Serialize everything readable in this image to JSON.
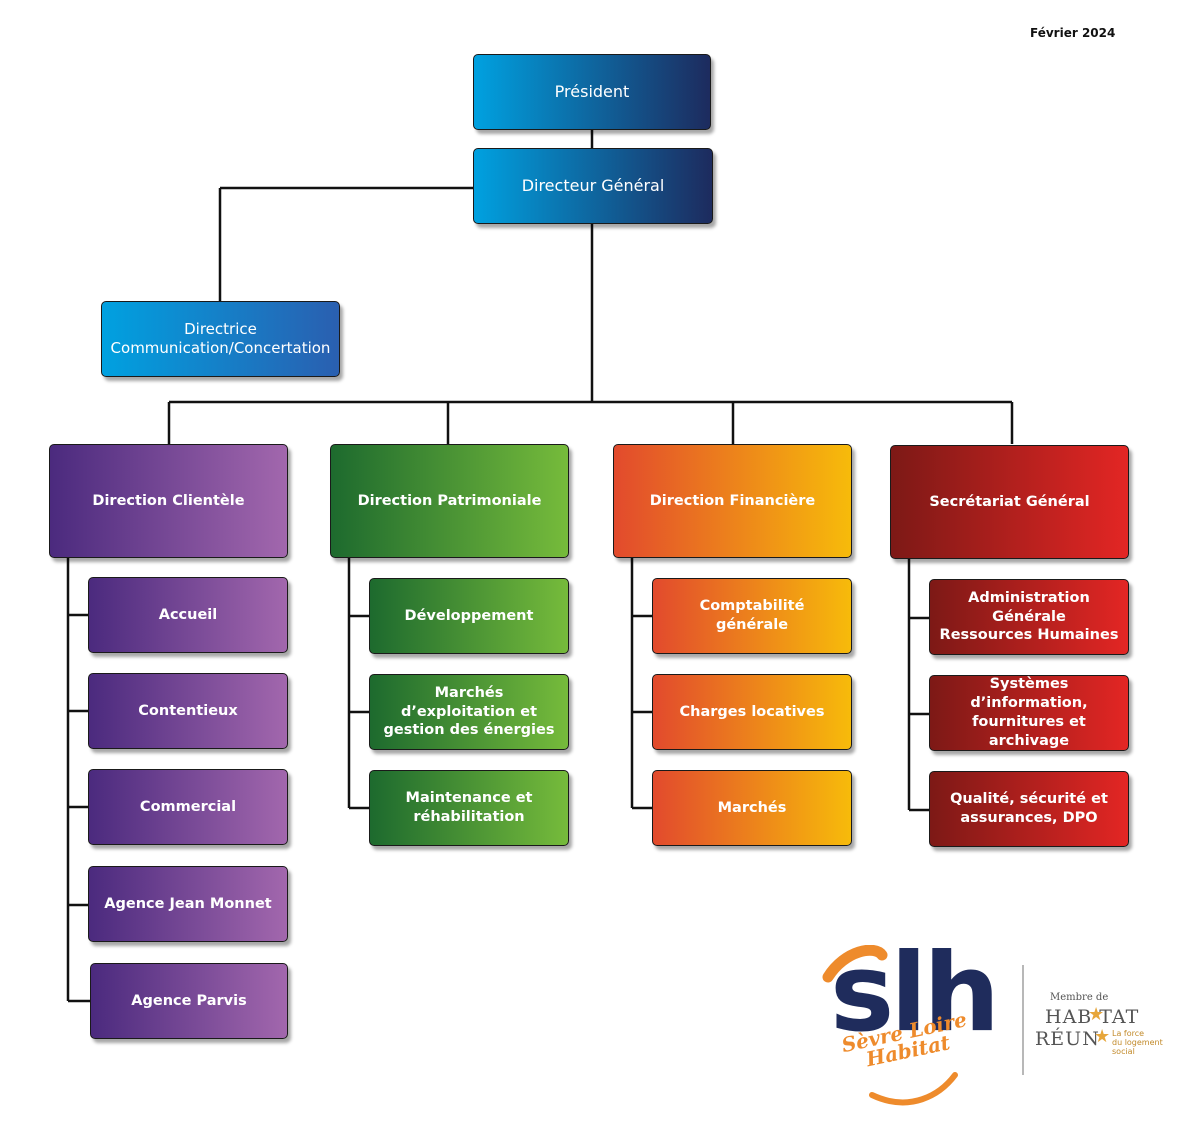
{
  "date": "Février 2024",
  "colors": {
    "blue": "#00a1e0",
    "navy": "#1d2b5e",
    "purple": "#7b4a99",
    "green": "#3f9434",
    "orange": "#f08a1c",
    "red": "#b11f1d"
  },
  "top": {
    "president": "Président",
    "director_general": "Directeur Général",
    "communication": "Directrice\nCommunication/Concertation"
  },
  "divisions": {
    "clientele": {
      "title": "Direction Clientèle",
      "items": [
        "Accueil",
        "Contentieux",
        "Commercial",
        "Agence Jean Monnet",
        "Agence Parvis"
      ]
    },
    "patrimoniale": {
      "title": "Direction Patrimoniale",
      "items": [
        "Développement",
        "Marchés d’exploitation et\ngestion des énergies",
        "Maintenance et\nréhabilitation"
      ]
    },
    "financiere": {
      "title": "Direction Financière",
      "items": [
        "Comptabilité générale",
        "Charges locatives",
        "Marchés"
      ]
    },
    "secretariat": {
      "title": "Secrétariat Général",
      "items": [
        "Administration Générale\nRessources Humaines",
        "Systèmes d’information,\nfournitures et archivage",
        "Qualité, sécurité et\nassurances, DPO"
      ]
    }
  },
  "logo": {
    "acronym": "slh",
    "name_line1": "Sèvre Loire",
    "name_line2": "Habitat",
    "member_label": "Membre de",
    "network_line1": "HAB TAT",
    "network_line2": "RÉUN",
    "tagline": "La force\ndu logement\nsocial"
  }
}
